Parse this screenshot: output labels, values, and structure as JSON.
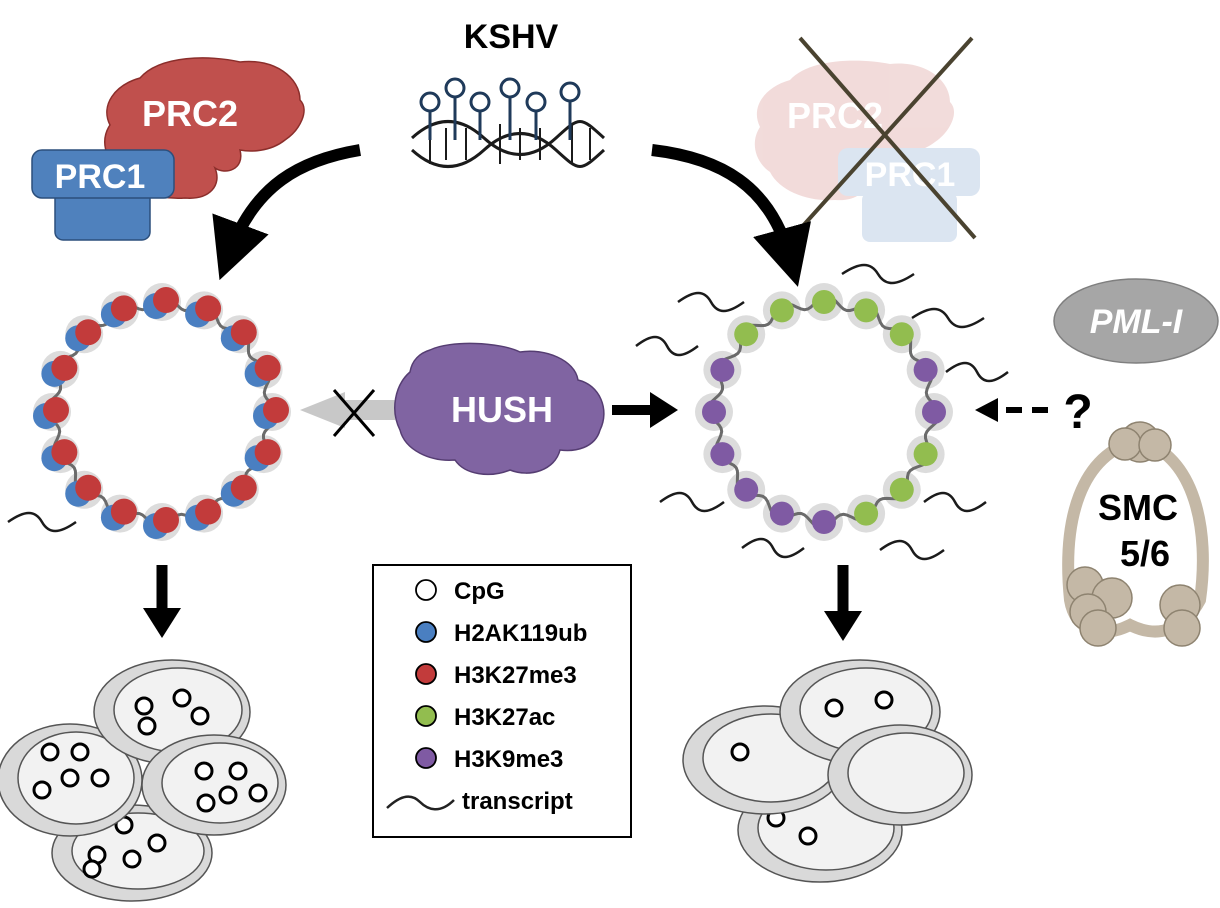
{
  "virus": {
    "label": "KSHV"
  },
  "complexes": {
    "prc2": "PRC2",
    "prc1": "PRC1",
    "hush": "HUSH",
    "pml": "PML-I",
    "smc_line1": "SMC",
    "smc_line2": "5/6",
    "question": "?"
  },
  "legend": {
    "items": [
      {
        "key": "cpg",
        "label": "CpG",
        "color": "#ffffff"
      },
      {
        "key": "h2ak119ub",
        "label": "H2AK119ub",
        "color": "#4a7fc1"
      },
      {
        "key": "h3k27me3",
        "label": "H3K27me3",
        "color": "#c23b3b"
      },
      {
        "key": "h3k27ac",
        "label": "H3K27ac",
        "color": "#92bd4f"
      },
      {
        "key": "h3k9me3",
        "label": "H3K9me3",
        "color": "#7f5aa3"
      },
      {
        "key": "transcript",
        "label": "transcript",
        "color": "#222222"
      }
    ]
  },
  "colors": {
    "prc2": "#c0504d",
    "prc1": "#4f81bd",
    "hush": "#8064a2",
    "pml": "#a6a6a6",
    "smc": "#c4b8a6",
    "smc_dark": "#8e8370",
    "arrow": "#000000",
    "cross": "#4a4330",
    "cell_outer": "#d9d9d9",
    "cell_inner": "#f2f2f2"
  }
}
